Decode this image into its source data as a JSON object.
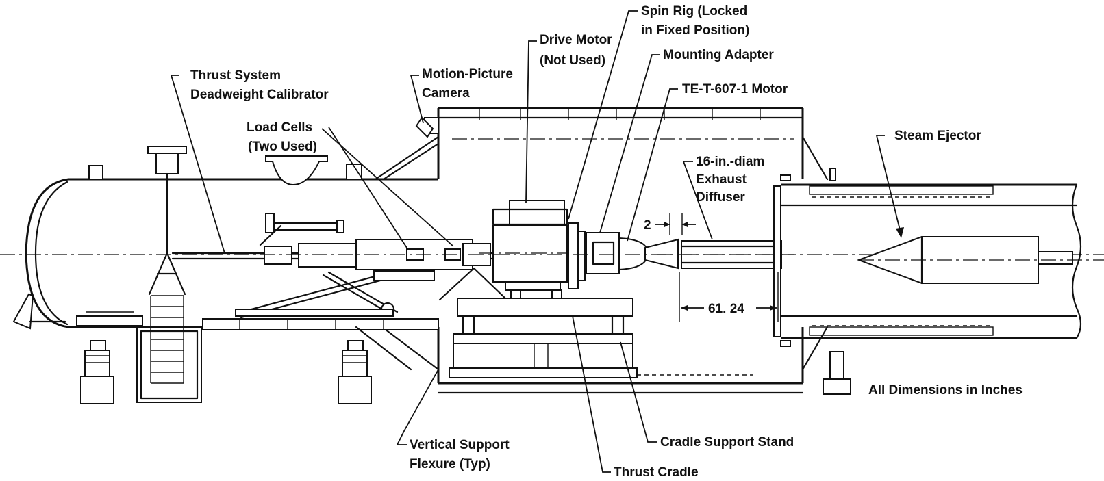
{
  "labels": {
    "spin_rig_l1": "Spin Rig (Locked",
    "spin_rig_l2": "in Fixed Position)",
    "drive_motor_l1": "Drive Motor",
    "drive_motor_l2": "(Not Used)",
    "mounting_adapter": "Mounting Adapter",
    "motion_camera_l1": "Motion-Picture",
    "motion_camera_l2": "Camera",
    "thrust_system_l1": "Thrust System",
    "thrust_system_l2": "Deadweight Calibrator",
    "motor": "TE-T-607-1 Motor",
    "load_cells_l1": "Load Cells",
    "load_cells_l2": "(Two Used)",
    "steam_ejector": "Steam Ejector",
    "diffuser_l1": "16-in.-diam",
    "diffuser_l2": "Exhaust",
    "diffuser_l3": "Diffuser",
    "dim_2": "2",
    "dim_61": "61. 24",
    "all_dimensions": "All Dimensions in Inches",
    "vertical_support_l1": "Vertical Support",
    "vertical_support_l2": "Flexure (Typ)",
    "cradle_support": "Cradle Support Stand",
    "thrust_cradle": "Thrust Cradle"
  }
}
